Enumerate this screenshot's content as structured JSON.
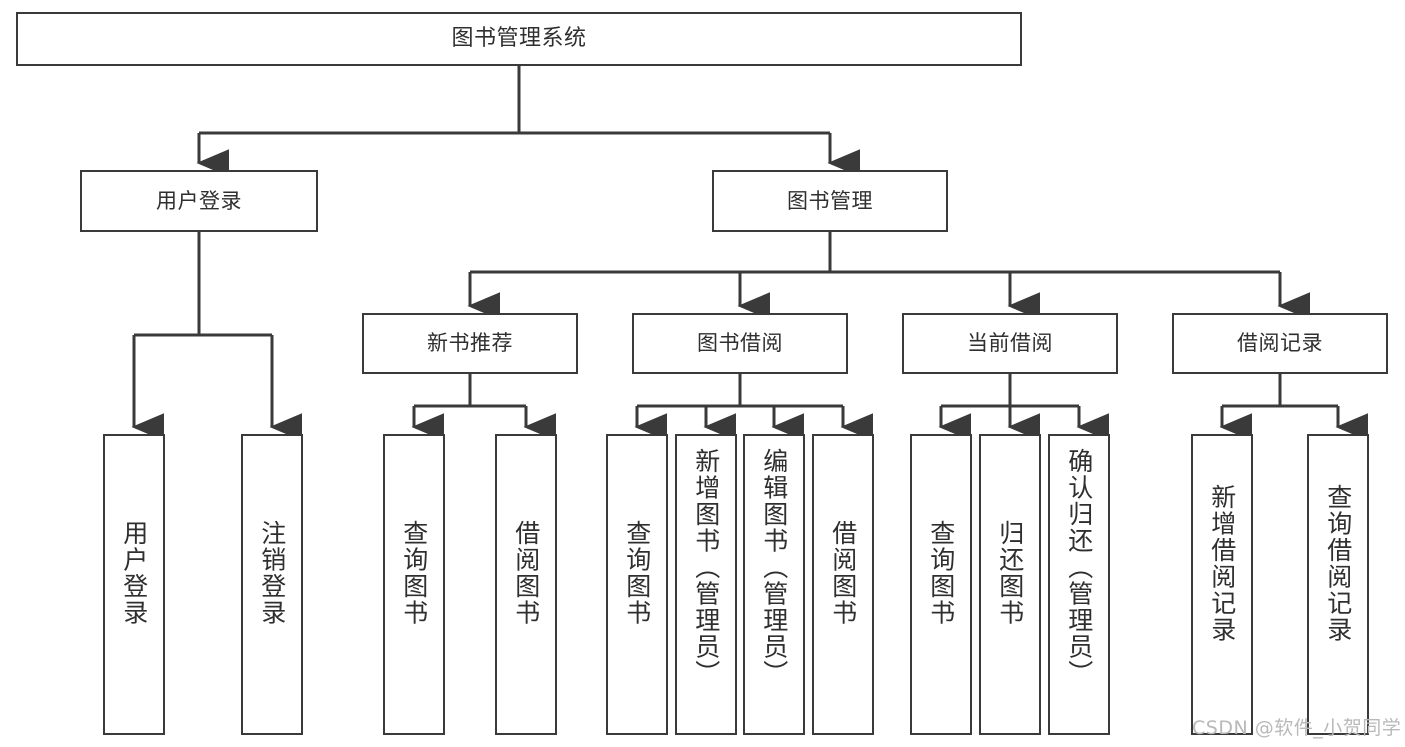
{
  "diagram": {
    "title": "图书管理系统",
    "type": "tree-hierarchy-diagram",
    "colors": {
      "box_border": "#3a3a3a",
      "box_fill": "#ffffff",
      "text": "#2f2f2f",
      "edge": "#3a3a3a",
      "watermark": "#b9b9b9",
      "background": "#ffffff"
    },
    "root": {
      "id": "root",
      "label": "图书管理系统"
    },
    "level2": [
      {
        "id": "l2-0",
        "label": "用户登录"
      },
      {
        "id": "l2-1",
        "label": "图书管理"
      }
    ],
    "level3": [
      {
        "id": "l3-0",
        "label": "新书推荐"
      },
      {
        "id": "l3-1",
        "label": "图书借阅"
      },
      {
        "id": "l3-2",
        "label": "当前借阅"
      },
      {
        "id": "l3-3",
        "label": "借阅记录"
      }
    ],
    "leaves": {
      "user_login": [
        {
          "id": "leaf-0",
          "label": "用户登录"
        },
        {
          "id": "leaf-1",
          "label": "注销登录"
        }
      ],
      "new_book_recommend": [
        {
          "id": "leaf-2",
          "label": "查询图书"
        },
        {
          "id": "leaf-3",
          "label": "借阅图书"
        }
      ],
      "book_borrow": [
        {
          "id": "leaf-4",
          "label": "查询图书"
        },
        {
          "id": "leaf-5",
          "label": "新增图书（管理员）"
        },
        {
          "id": "leaf-6",
          "label": "编辑图书（管理员）"
        },
        {
          "id": "leaf-7",
          "label": "借阅图书"
        }
      ],
      "current_borrow": [
        {
          "id": "leaf-8",
          "label": "查询图书"
        },
        {
          "id": "leaf-9",
          "label": "归还图书"
        },
        {
          "id": "leaf-10",
          "label": "确认归还（管理员）"
        }
      ],
      "borrow_record": [
        {
          "id": "leaf-11",
          "label": "新增借阅记录"
        },
        {
          "id": "leaf-12",
          "label": "查询借阅记录"
        }
      ]
    },
    "watermark": "CSDN @软件_小贺同学"
  }
}
